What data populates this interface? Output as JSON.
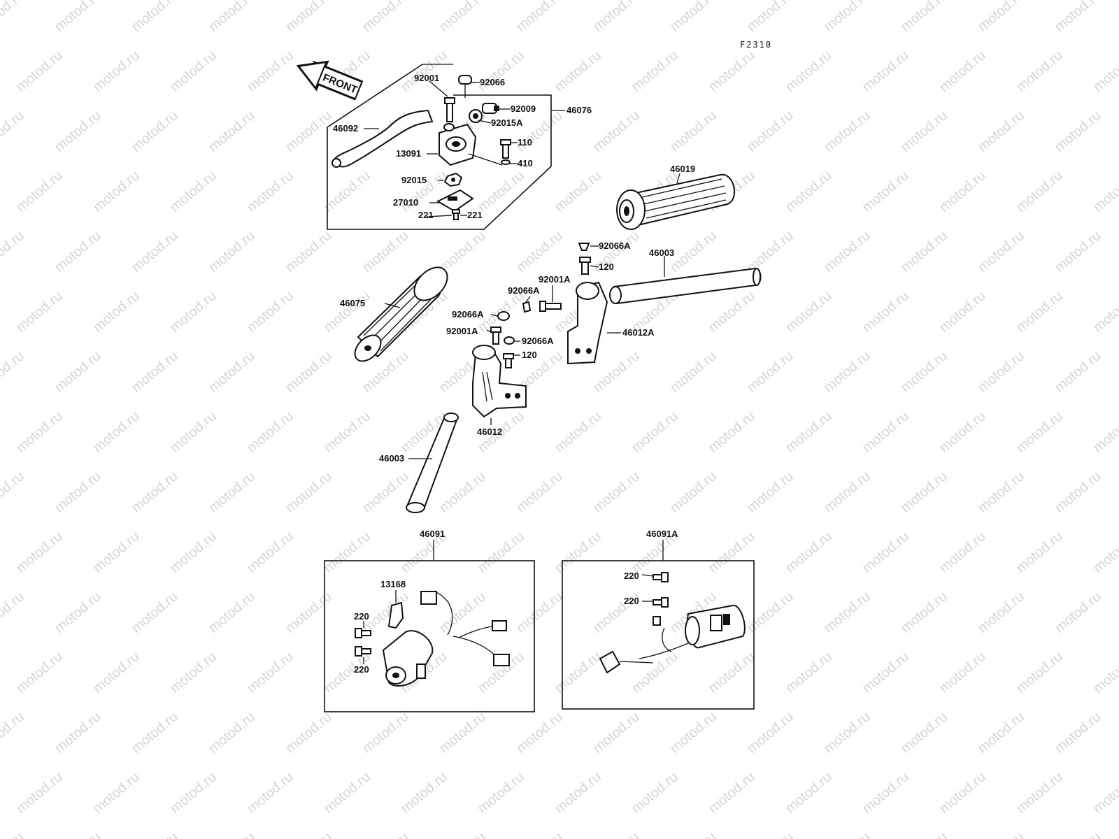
{
  "figure_id": "F2310",
  "watermark": "motod.ru",
  "front_label": "FRONT",
  "labels": {
    "p92001_top": "92001",
    "p92066_top": "92066",
    "p92009": "92009",
    "p46076": "46076",
    "p92015A": "92015A",
    "p46092": "46092",
    "p110": "110",
    "p13091": "13091",
    "p410": "410",
    "p92015": "92015",
    "p27010": "27010",
    "p221_left": "221",
    "p221_right": "221",
    "p46019": "46019",
    "p92066A_a": "92066A",
    "p46003_right": "46003",
    "p120_a": "120",
    "p92001A_a": "92001A",
    "p92066A_b": "92066A",
    "p46075": "46075",
    "p92066A_c": "92066A",
    "p92001A_b": "92001A",
    "p92066A_d": "92066A",
    "p46012A": "46012A",
    "p120_b": "120",
    "p46012": "46012",
    "p46003_left": "46003",
    "p46091": "46091",
    "p46091A": "46091A",
    "p13168": "13168",
    "p220_a": "220",
    "p220_b": "220",
    "p220_c": "220",
    "p220_d": "220"
  }
}
